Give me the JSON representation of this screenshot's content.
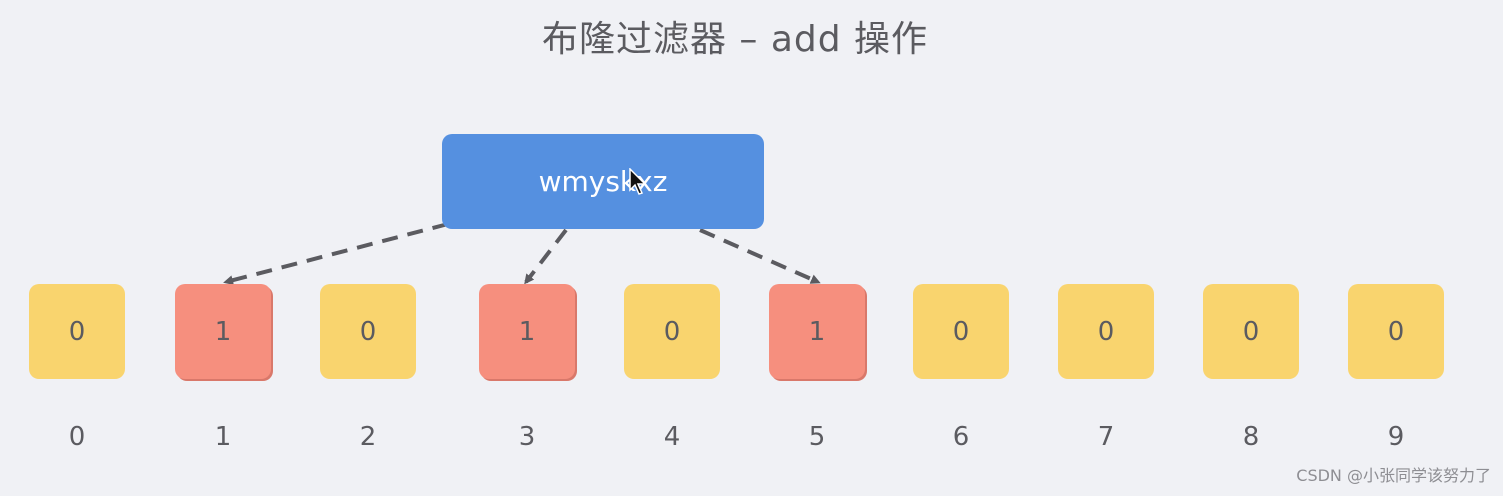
{
  "title": "布隆过滤器 – add 操作",
  "key": "wmyskxz",
  "bits": [
    0,
    1,
    0,
    1,
    0,
    1,
    0,
    0,
    0,
    0
  ],
  "indices": [
    "0",
    "1",
    "2",
    "3",
    "4",
    "5",
    "6",
    "7",
    "8",
    "9"
  ],
  "arrow_targets": [
    1,
    3,
    5
  ],
  "colors": {
    "background": "#f0f1f5",
    "key_box": "#5590e0",
    "bit_off": "#f9d46e",
    "bit_on": "#f68f7e",
    "text": "#5b5b60",
    "arrow": "#5b5b60"
  },
  "watermark": "CSDN @小张同学该努力了"
}
